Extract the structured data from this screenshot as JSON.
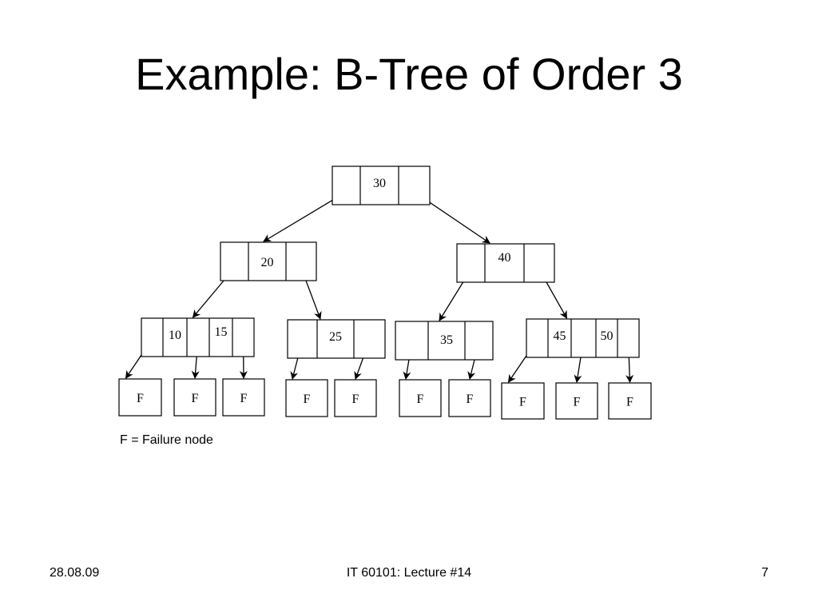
{
  "title": "Example: B-Tree of Order 3",
  "legend": "F = Failure node",
  "failure_label": "F",
  "footer": {
    "date": "28.08.09",
    "course": "IT 60101: Lecture #14",
    "page": "7"
  },
  "tree": {
    "root": {
      "id": "root",
      "keys": [
        "30"
      ],
      "children": [
        "n20",
        "n40"
      ]
    },
    "nodes": {
      "n20": {
        "keys": [
          "20"
        ],
        "children": [
          "n1015",
          "n25"
        ]
      },
      "n40": {
        "keys": [
          "40"
        ],
        "children": [
          "n35",
          "n4550"
        ]
      },
      "n1015": {
        "keys": [
          "10",
          "15"
        ],
        "failure_children": 3
      },
      "n25": {
        "keys": [
          "25"
        ],
        "failure_children": 2
      },
      "n35": {
        "keys": [
          "35"
        ],
        "failure_children": 2
      },
      "n4550": {
        "keys": [
          "45",
          "50"
        ],
        "failure_children": 3
      }
    }
  }
}
